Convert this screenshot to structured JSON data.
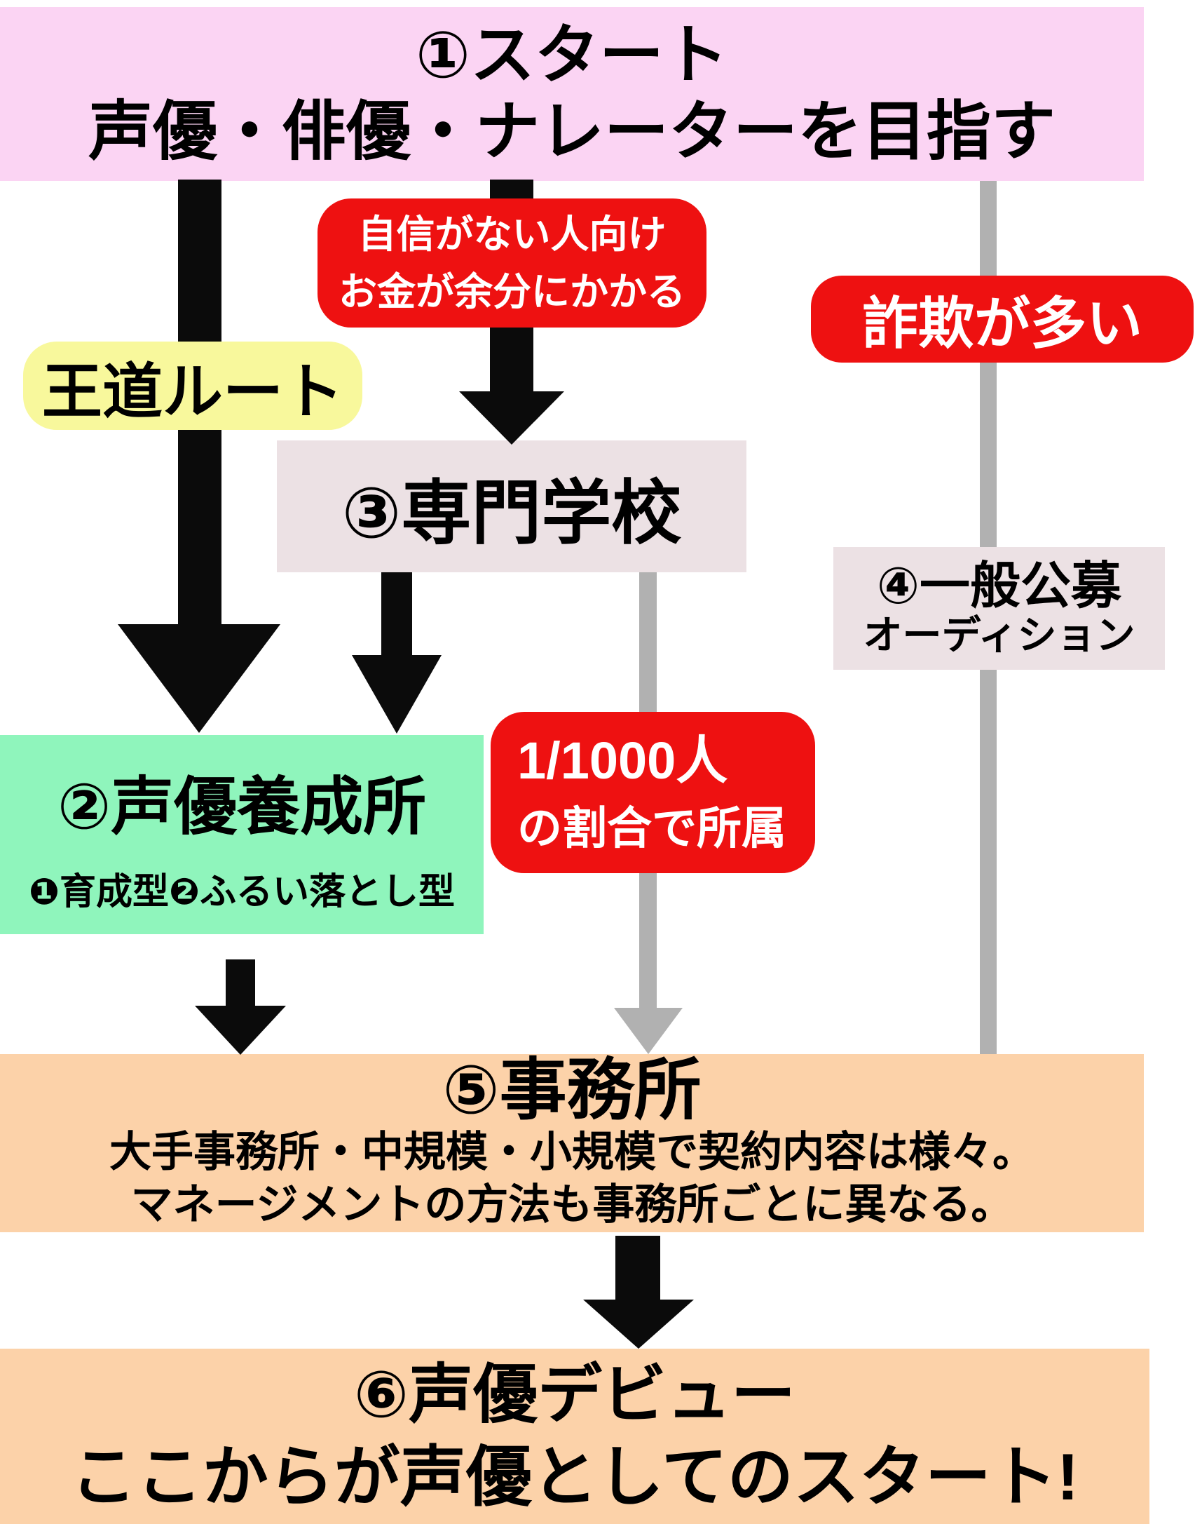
{
  "nodes": {
    "start": {
      "title": "①スタート",
      "subtitle": "声優・俳優・ナレーターを目指す"
    },
    "yoseijo": {
      "title": "②声優養成所",
      "subtitle": "❶育成型❷ふるい落とし型"
    },
    "school": {
      "title": "③専門学校"
    },
    "audition": {
      "title": "④一般公募",
      "subtitle": "オーディション"
    },
    "agency": {
      "title": "⑤事務所",
      "desc1": "大手事務所・中規模・小規模で契約内容は様々。",
      "desc2": "マネージメントの方法も事務所ごとに異なる。"
    },
    "debut": {
      "title": "⑥声優デビュー",
      "subtitle": "ここからが声優としてのスタート!"
    }
  },
  "callouts": {
    "oudou_route": "王道ルート",
    "no_confidence": {
      "line1": "自信がない人向け",
      "line2": "お金が余分にかかる"
    },
    "scam": "詐欺が多い",
    "ratio": {
      "line1": "1/1000人",
      "line2": "の割合で所属"
    }
  },
  "colors": {
    "start_bg": "#fbd4f3",
    "callout_bg": "#ee1111",
    "route_label_bg": "#f8f89c",
    "school_bg": "#ece1e4",
    "yoseijo_bg": "#8ff5bc",
    "agency_bg": "#fcd2a9",
    "arrow_black": "#0b0b0b",
    "arrow_gray": "#b1b1b1"
  }
}
